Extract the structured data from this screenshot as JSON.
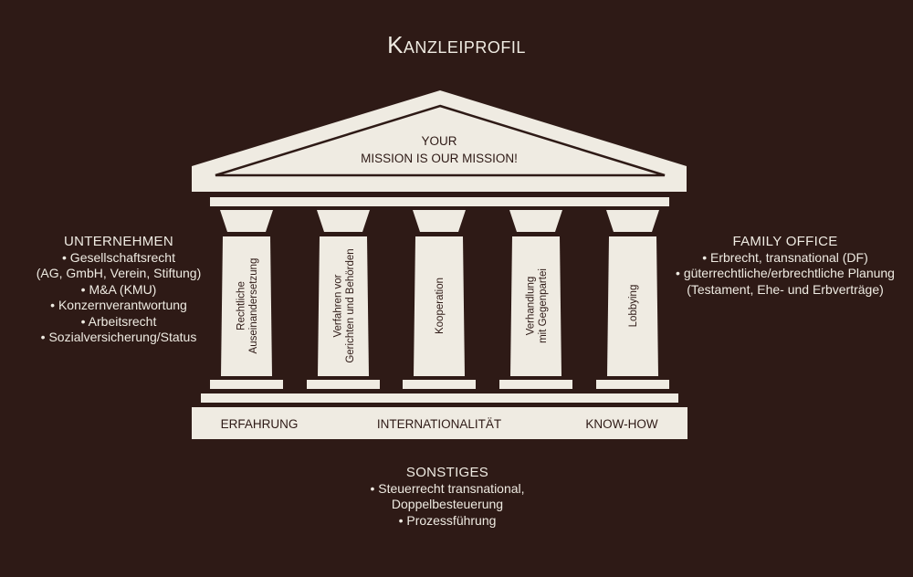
{
  "title": "Kanzleiprofil",
  "roof_text": [
    "YOUR",
    "MISSION IS OUR MISSION!"
  ],
  "columns": [
    {
      "lines": [
        "Rechtliche",
        "Auseinandersetzung"
      ]
    },
    {
      "lines": [
        "Verfahren vor",
        "Gerichten und Behörden"
      ]
    },
    {
      "lines": [
        "Kooperation"
      ]
    },
    {
      "lines": [
        "Verhandlung",
        "mit Gegenpartei"
      ]
    },
    {
      "lines": [
        "Lobbying"
      ]
    }
  ],
  "base_labels": [
    "ERFAHRUNG",
    "INTERNATIONALITÄT",
    "KNOW-HOW"
  ],
  "left_block": {
    "heading": "UNTERNEHMEN",
    "items": [
      "• Gesellschaftsrecht",
      "(AG, GmbH, Verein, Stiftung)",
      "• M&A (KMU)",
      "• Konzernverantwortung",
      "• Arbeitsrecht",
      "• Sozialversicherung/Status"
    ]
  },
  "right_block": {
    "heading": "FAMILY OFFICE",
    "items": [
      "• Erbrecht, transnational (DF)",
      "• güterrechtliche/erbrechtliche Planung",
      "(Testament, Ehe- und Erbverträge)"
    ]
  },
  "bottom_block": {
    "heading": "SONSTIGES",
    "items": [
      "• Steuerrecht transnational,",
      "Doppelbesteuerung",
      "• Prozessführung"
    ]
  },
  "colors": {
    "background": "#2e1a16",
    "stone": "#efebe2",
    "text_dark": "#2e1a16"
  }
}
